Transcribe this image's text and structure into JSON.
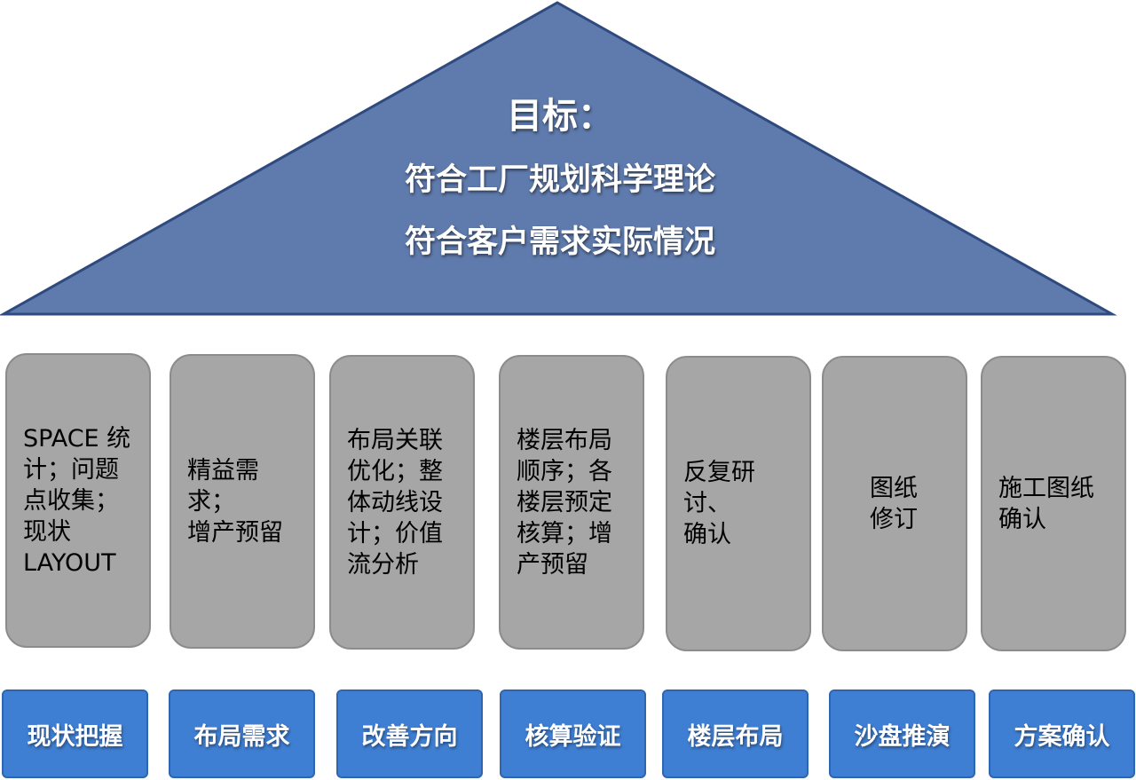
{
  "goal": {
    "title": "目标：",
    "lines": [
      "符合工厂规划科学理论",
      "符合客户需求实际情况"
    ]
  },
  "pillars": [
    {
      "text": "SPACE 统\n计；问题\n点收集；\n现状\nLAYOUT"
    },
    {
      "text": "精益需求；\n增产预留"
    },
    {
      "text": "布局关联\n优化；整\n体动线设\n计；价值\n流分析"
    },
    {
      "text": "楼层布局\n顺序；各\n楼层预定\n核算；增\n产预留"
    },
    {
      "text": "反复研讨、\n确认"
    },
    {
      "text": "图纸\n修订"
    },
    {
      "text": "施工图纸\n确认"
    }
  ],
  "steps": [
    {
      "label": "现状把握"
    },
    {
      "label": "布局需求"
    },
    {
      "label": "改善方向"
    },
    {
      "label": "核算验证"
    },
    {
      "label": "楼层布局"
    },
    {
      "label": "沙盘推演"
    },
    {
      "label": "方案确认"
    }
  ],
  "colors": {
    "roof_fill": "#5f7bad",
    "roof_stroke": "#2f4a7f",
    "pillar_fill": "#a6a6a6",
    "step_fill": "#3f7fd3"
  }
}
